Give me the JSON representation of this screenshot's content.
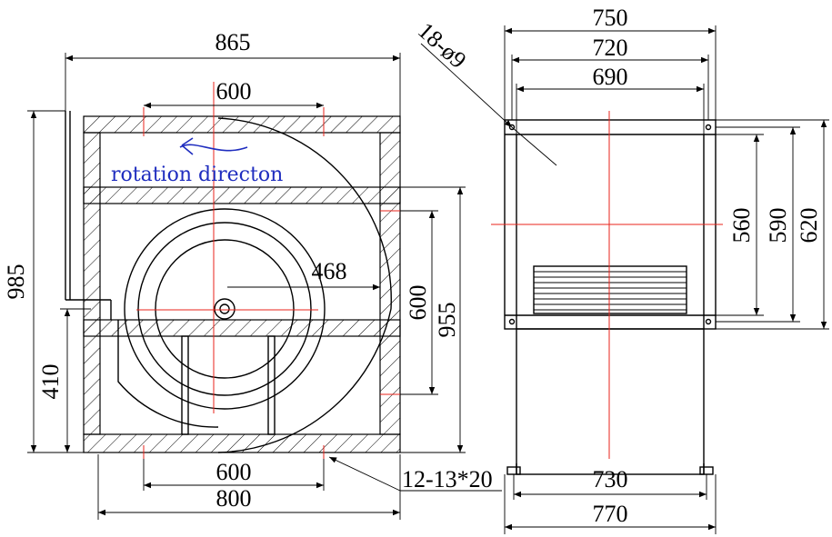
{
  "front_view": {
    "width_overall": "865",
    "width_top_flange": "600",
    "rotation_label": "rotation directon",
    "height_overall": "985",
    "height_lower": "410",
    "radius": "468",
    "outlet_height": "600",
    "height_955": "955",
    "base_inner": "600",
    "base_outer": "800",
    "holes_base": "12-13*20"
  },
  "side_view": {
    "width_750": "750",
    "width_720": "720",
    "width_690": "690",
    "holes_flange": "18-ø9",
    "height_560": "560",
    "height_590": "590",
    "height_620": "620",
    "width_730": "730",
    "width_770": "770"
  },
  "colors": {
    "line": "#000000",
    "centerline": "#e8231b",
    "annotation": "#1f2dbf"
  }
}
